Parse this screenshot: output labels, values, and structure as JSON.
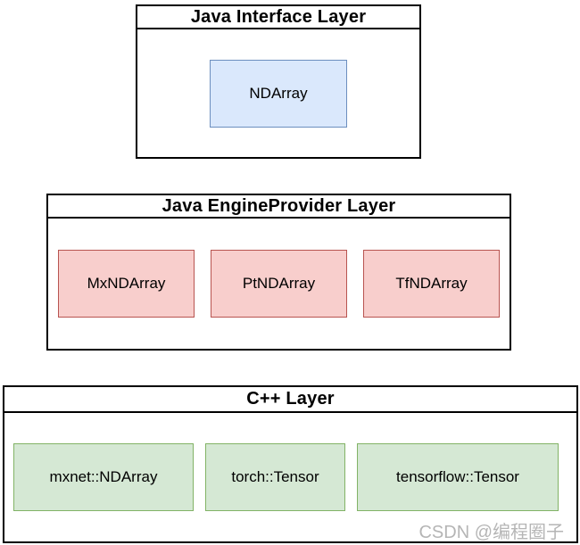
{
  "watermark": "CSDN @编程圈子",
  "colors": {
    "outline": "#000000",
    "blue_fill": "#dae8fc",
    "blue_border": "#6c8ebf",
    "pink_fill": "#f8cecc",
    "pink_border": "#b85450",
    "green_fill": "#d5e8d4",
    "green_border": "#82b366",
    "watermark_gray": "#b5b5b5",
    "background": "#ffffff"
  },
  "layers": [
    {
      "title": "Java Interface Layer",
      "items": [
        {
          "label": "NDArray",
          "color": "blue"
        }
      ]
    },
    {
      "title": "Java EngineProvider Layer",
      "items": [
        {
          "label": "MxNDArray",
          "color": "pink"
        },
        {
          "label": "PtNDArray",
          "color": "pink"
        },
        {
          "label": "TfNDArray",
          "color": "pink"
        }
      ]
    },
    {
      "title": "C++ Layer",
      "items": [
        {
          "label": "mxnet::NDArray",
          "color": "green"
        },
        {
          "label": "torch::Tensor",
          "color": "green"
        },
        {
          "label": "tensorflow::Tensor",
          "color": "green"
        }
      ]
    }
  ]
}
